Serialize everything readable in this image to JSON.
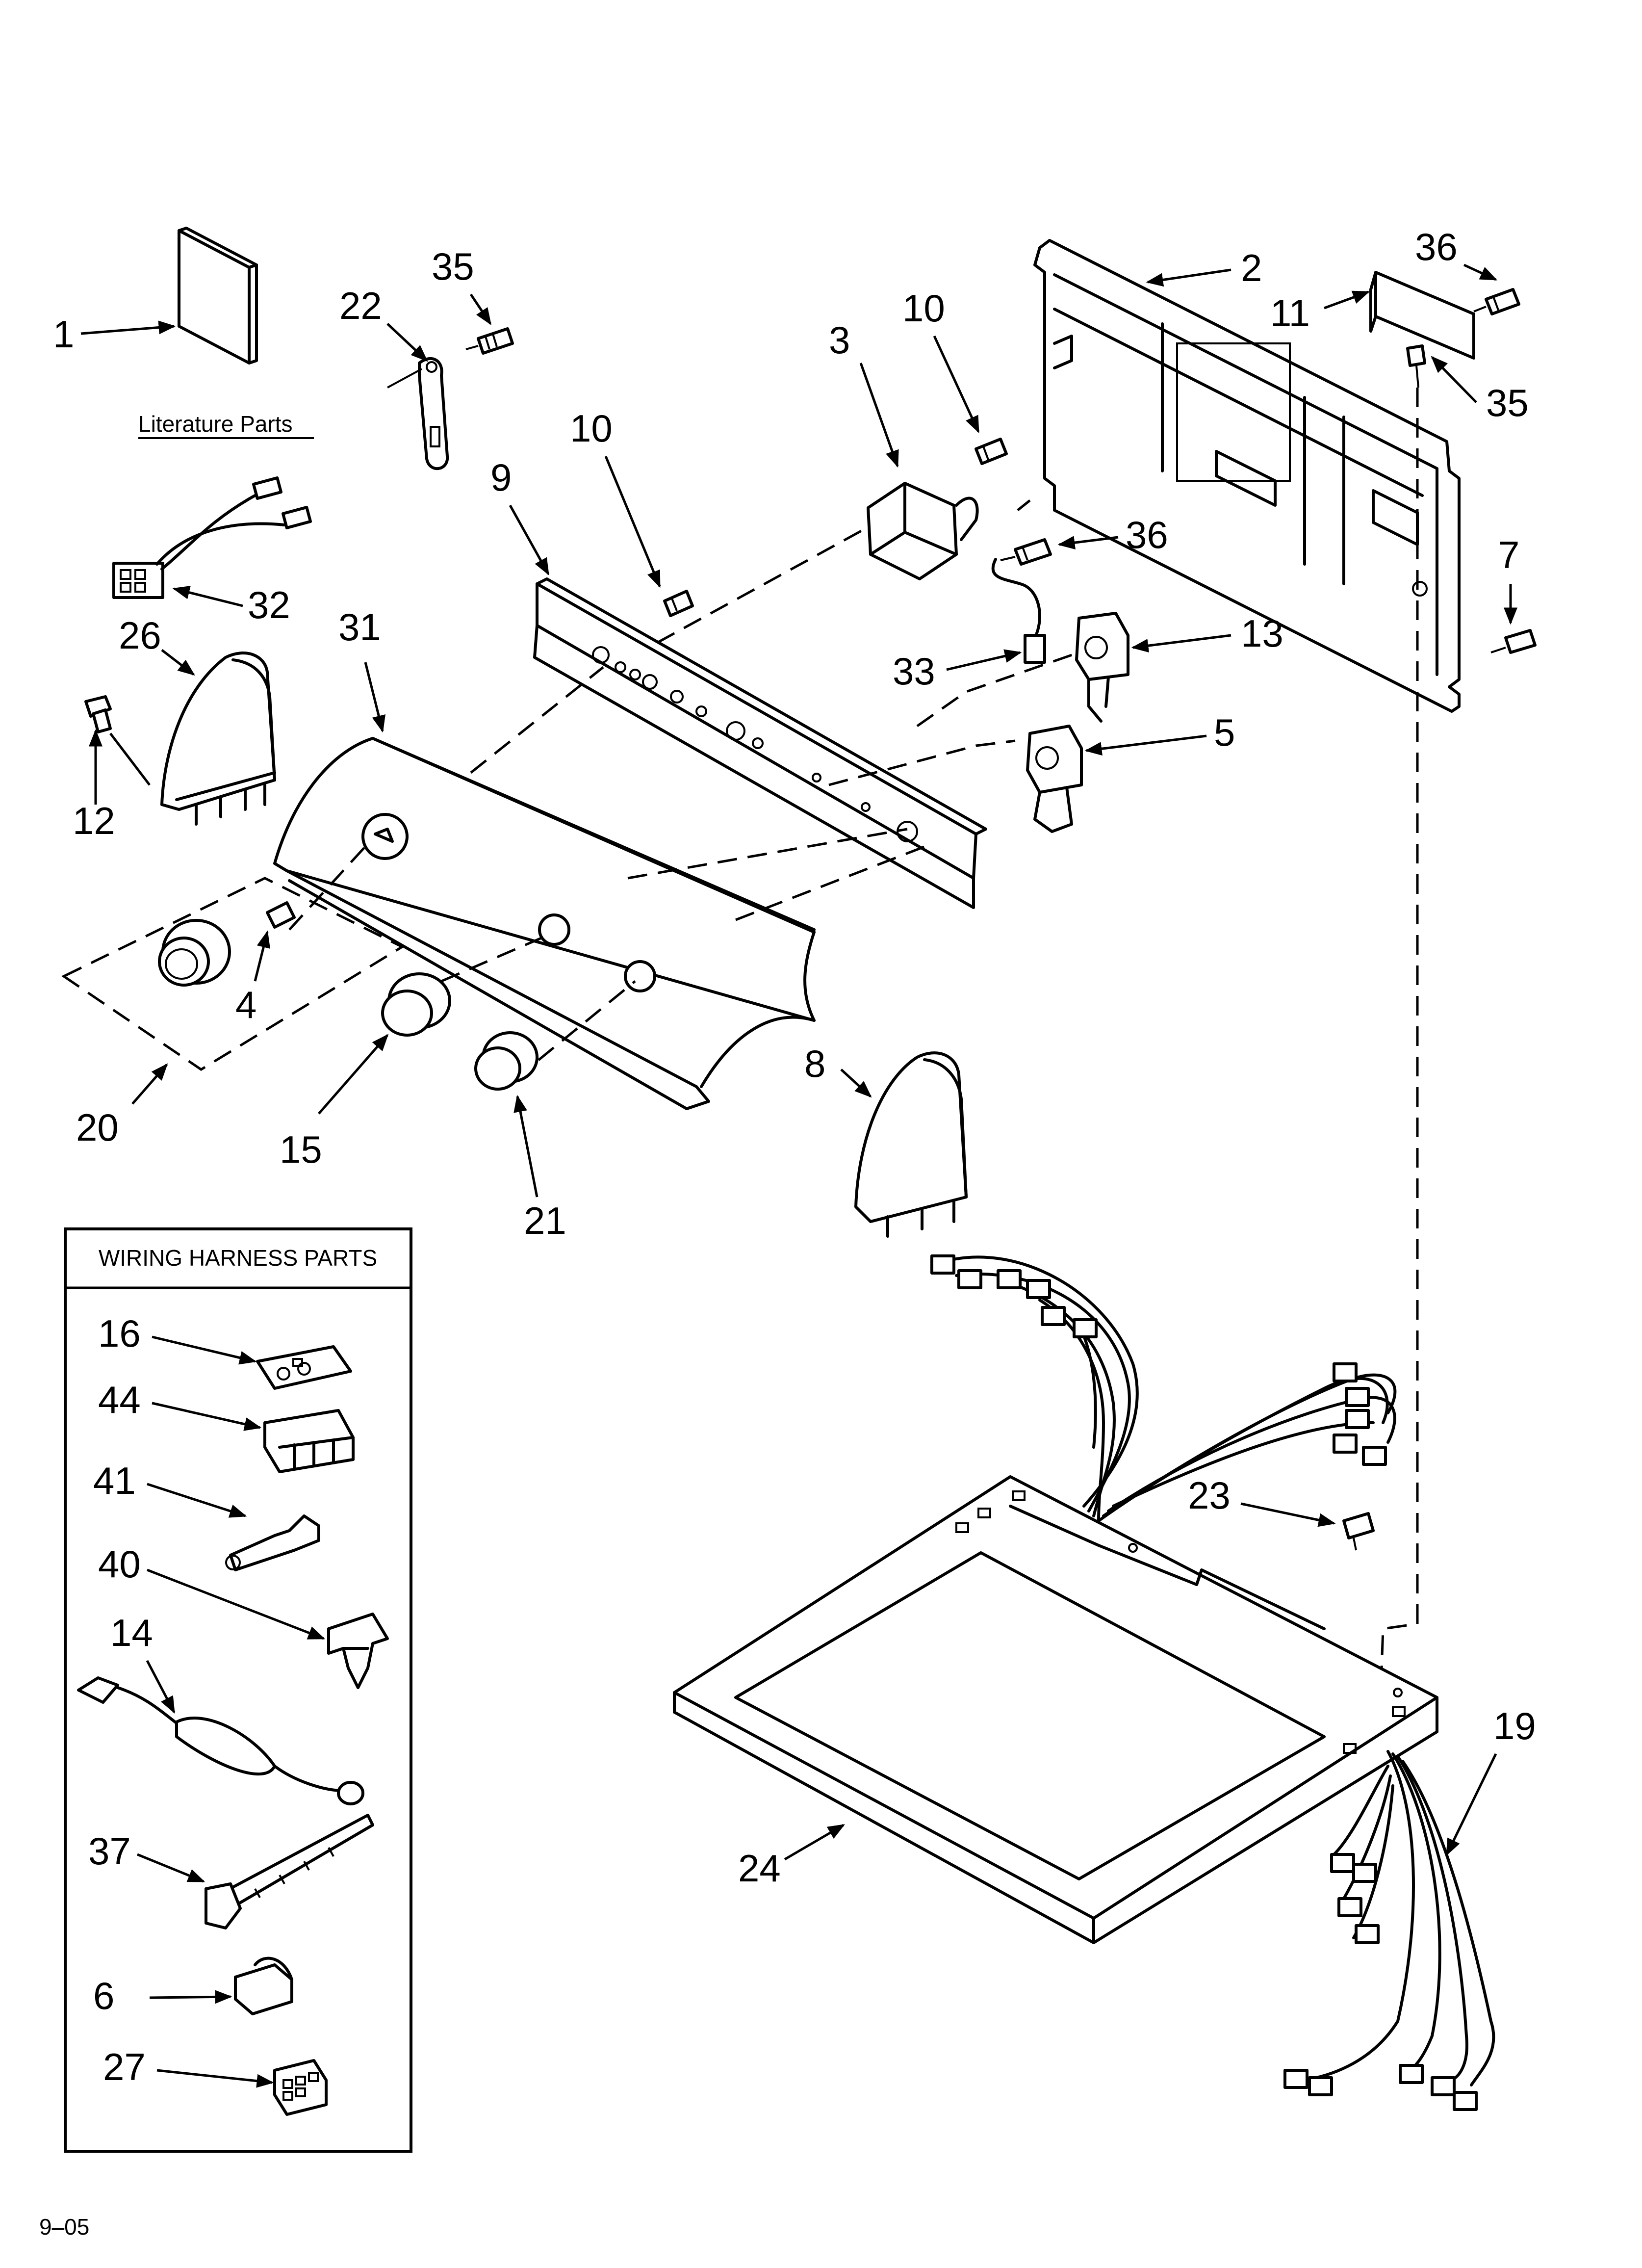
{
  "labels": {
    "literature_parts": "Literature Parts",
    "wiring_harness_title": "WIRING HARNESS PARTS",
    "footer_code": "9–05"
  },
  "callouts": [
    {
      "id": "c1",
      "text": "1"
    },
    {
      "id": "c22",
      "text": "22"
    },
    {
      "id": "c35a",
      "text": "35"
    },
    {
      "id": "c32",
      "text": "32"
    },
    {
      "id": "c26",
      "text": "26"
    },
    {
      "id": "c12",
      "text": "12"
    },
    {
      "id": "c31",
      "text": "31"
    },
    {
      "id": "c9",
      "text": "9"
    },
    {
      "id": "c10a",
      "text": "10"
    },
    {
      "id": "c10b",
      "text": "10"
    },
    {
      "id": "c3",
      "text": "3"
    },
    {
      "id": "c2",
      "text": "2"
    },
    {
      "id": "c36a",
      "text": "36"
    },
    {
      "id": "c11",
      "text": "11"
    },
    {
      "id": "c35b",
      "text": "35"
    },
    {
      "id": "c36b",
      "text": "36"
    },
    {
      "id": "c7",
      "text": "7"
    },
    {
      "id": "c13",
      "text": "13"
    },
    {
      "id": "c33",
      "text": "33"
    },
    {
      "id": "c5",
      "text": "5"
    },
    {
      "id": "c4",
      "text": "4"
    },
    {
      "id": "c20",
      "text": "20"
    },
    {
      "id": "c15",
      "text": "15"
    },
    {
      "id": "c21",
      "text": "21"
    },
    {
      "id": "c8",
      "text": "8"
    },
    {
      "id": "c27",
      "text": "27"
    },
    {
      "id": "c16",
      "text": "16"
    },
    {
      "id": "c44",
      "text": "44"
    },
    {
      "id": "c41",
      "text": "41"
    },
    {
      "id": "c40",
      "text": "40"
    },
    {
      "id": "c14",
      "text": "14"
    },
    {
      "id": "c37",
      "text": "37"
    },
    {
      "id": "c6",
      "text": "6"
    },
    {
      "id": "c23",
      "text": "23"
    },
    {
      "id": "c19",
      "text": "19"
    },
    {
      "id": "c24",
      "text": "24"
    }
  ]
}
